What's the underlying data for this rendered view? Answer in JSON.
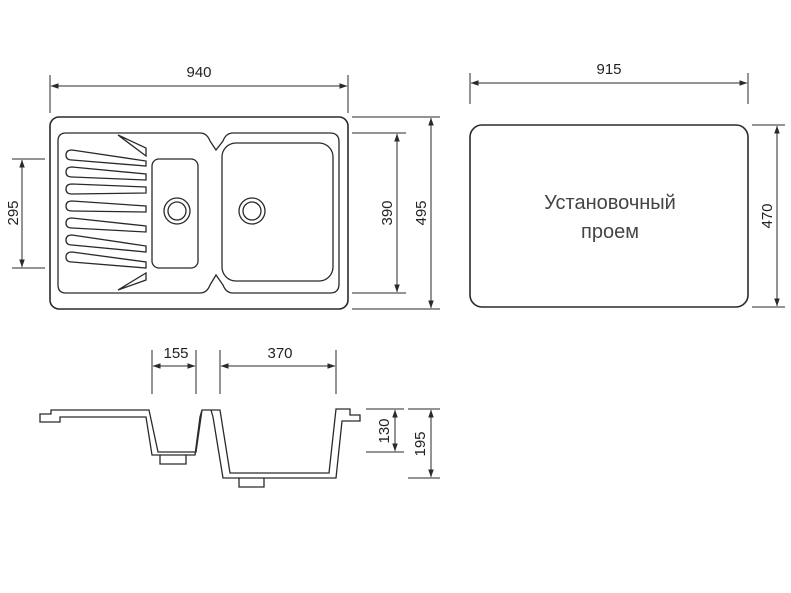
{
  "top_view": {
    "width_label": "940",
    "depth_label": "495",
    "inner_depth_label": "390",
    "small_bowl_depth_label": "295"
  },
  "cutout": {
    "width_label": "915",
    "depth_label": "470",
    "title_line1": "Установочный",
    "title_line2": "проем"
  },
  "section_view": {
    "small_bowl_width_label": "155",
    "large_bowl_width_label": "370",
    "bowl_depth_label": "130",
    "total_depth_label": "195"
  },
  "colors": {
    "line": "#2a2a2a",
    "text": "#222222",
    "cutout_text": "#444444"
  }
}
